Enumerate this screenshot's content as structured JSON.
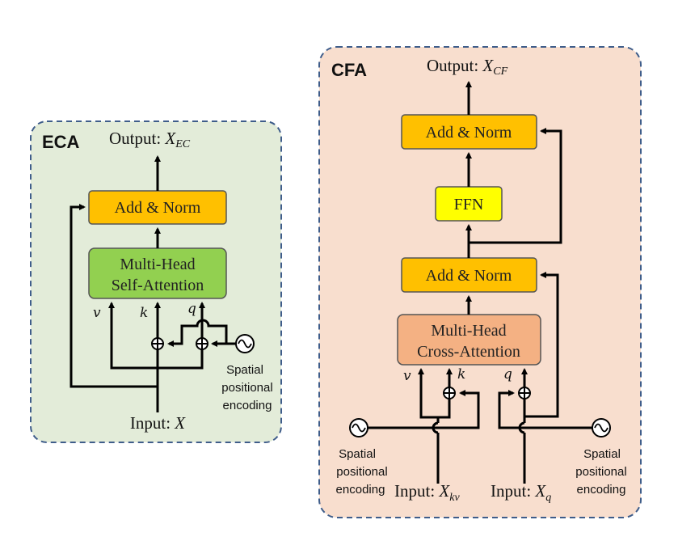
{
  "eca": {
    "title": "ECA",
    "output_prefix": "Output: ",
    "output_symbol": "X",
    "output_sub": "EC",
    "add_norm": "Add & Norm",
    "attention_line1": "Multi-Head",
    "attention_line2": "Self-Attention",
    "v": "v",
    "k": "k",
    "q": "q",
    "pos_line1": "Spatial",
    "pos_line2": "positional",
    "pos_line3": "encoding",
    "input_prefix": "Input: ",
    "input_symbol": "X"
  },
  "cfa": {
    "title": "CFA",
    "output_prefix": "Output: ",
    "output_symbol": "X",
    "output_sub": "CF",
    "add_norm_top": "Add & Norm",
    "ffn": "FFN",
    "add_norm_bottom": "Add & Norm",
    "attention_line1": "Multi-Head",
    "attention_line2": "Cross-Attention",
    "v": "v",
    "k": "k",
    "q": "q",
    "pos_left_line1": "Spatial",
    "pos_left_line2": "positional",
    "pos_left_line3": "encoding",
    "pos_right_line1": "Spatial",
    "pos_right_line2": "positional",
    "pos_right_line3": "encoding",
    "input_kv_prefix": "Input: ",
    "input_kv_symbol": "X",
    "input_kv_sub": "kv",
    "input_q_prefix": "Input: ",
    "input_q_symbol": "X",
    "input_q_sub": "q"
  },
  "colors": {
    "eca_bg": "#e3ecd9",
    "cfa_bg": "#f8dece",
    "panel_border": "#3f5d8a",
    "add_norm": "#ffc000",
    "self_attention": "#92d050",
    "ffn": "#ffff00",
    "cross_attention": "#f4b183"
  }
}
